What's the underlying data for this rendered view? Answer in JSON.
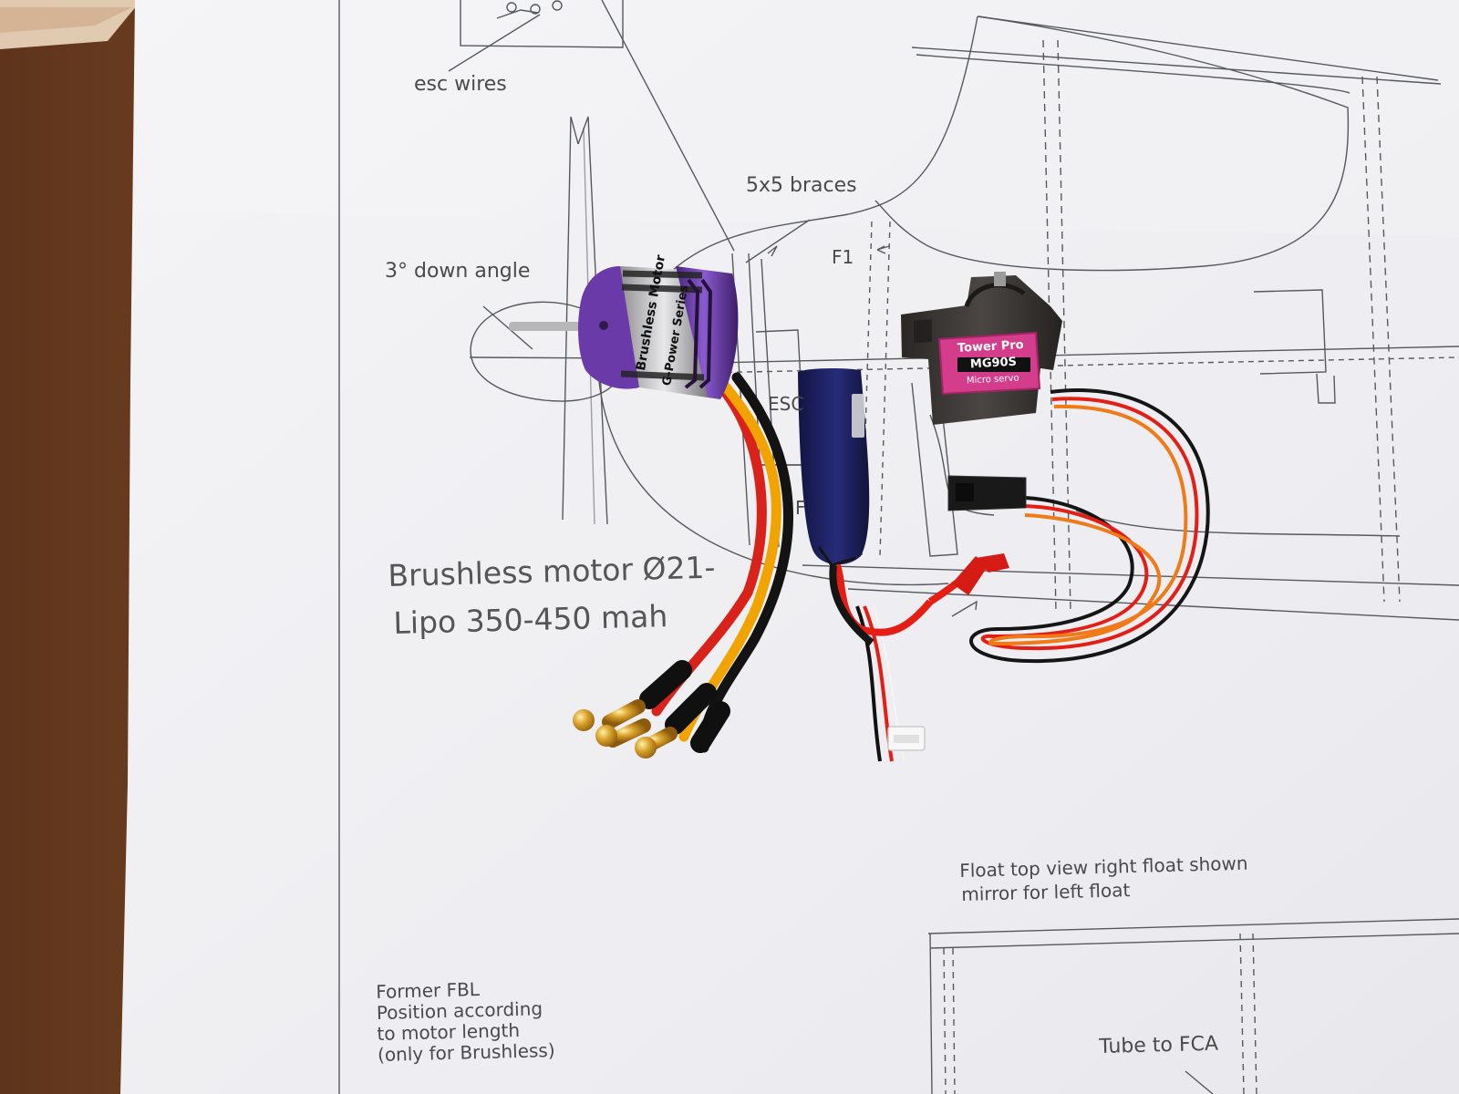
{
  "plan_labels": {
    "esc_wires": "esc wires",
    "braces": "5x5 braces",
    "down_angle": "3° down angle",
    "f1": "F1",
    "esc_partial": "ESC",
    "f_partial": "F",
    "motor_spec": "Brushless motor Ø21-",
    "lipo_spec": "Lipo 350-450 mah",
    "float_line1": "Float top view right float shown",
    "float_line2": "mirror for left float",
    "former_line1": "Former FBL",
    "former_line2": "Position according",
    "former_line3": "to motor length",
    "former_line4": "(only for Brushless)",
    "tube": "Tube to FCA"
  },
  "motor": {
    "line1": "Brushless Motor",
    "line2": "G-Power Series"
  },
  "servo": {
    "brand": "Tower Pro",
    "model": "MG90S",
    "type": "Micro servo"
  },
  "colors": {
    "paper": "#f2f2f4",
    "wood": "#8a552f",
    "motor_purple": "#6a3aa8",
    "wire_red": "#e51e15",
    "wire_yellow": "#f2a900",
    "wire_black": "#151515",
    "lipo_blue": "#1c1f5f",
    "servo_pink": "#d43d8c",
    "servo_body": "#3a3633",
    "servo_orange": "#f07a18"
  }
}
